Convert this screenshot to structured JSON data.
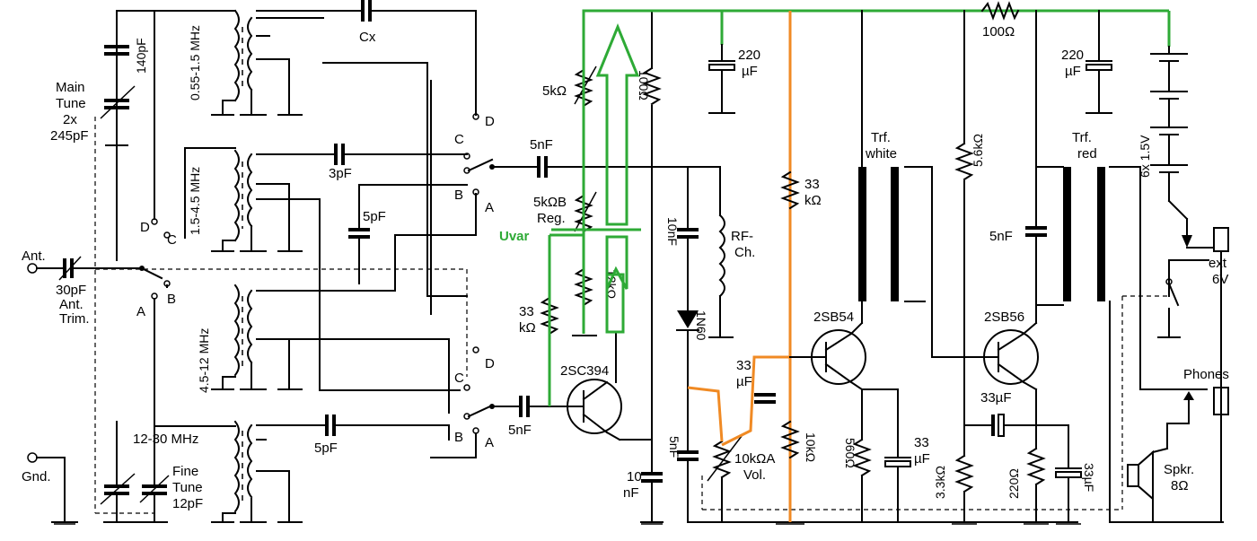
{
  "labels": {
    "ant": "Ant.",
    "ant_cap_1": "30pF",
    "ant_cap_2": "Ant.",
    "ant_cap_3": "Trim.",
    "gnd": "Gnd.",
    "main_tune_1": "Main",
    "main_tune_2": "Tune",
    "main_tune_3": "2x",
    "main_tune_4": "245pF",
    "cap_140": "140pF",
    "fine_tune_1": "Fine",
    "fine_tune_2": "Tune",
    "fine_tune_3": "12pF",
    "coil_1": "0.55-1.5 MHz",
    "coil_2": "1.5-4.5 MHz",
    "coil_3": "4.5-12 MHz",
    "coil_4": "12-30 MHz",
    "cx": "Cx",
    "cap_3pf": "3pF",
    "cap_5pf_a": "5pF",
    "cap_5pf_b": "5pF",
    "sw_A": "A",
    "sw_B": "B",
    "sw_C": "C",
    "sw_D": "D",
    "cap_5nf_a": "5nF",
    "cap_5nf_b": "5nF",
    "res_5k": "5kΩ",
    "res_5kb_1": "5kΩB",
    "res_5kb_2": "Reg.",
    "res_100": "100Ω",
    "res_12k": "12kΩ",
    "res_33k_a_1": "33",
    "res_33k_a_2": "kΩ",
    "uvar": "Uvar",
    "q1": "2SC394",
    "cap_10nf_a": "10nF",
    "cap_10nf_b_1": "10",
    "cap_10nf_b_2": "nF",
    "diode": "1N60",
    "rfch_1": "RF-",
    "rfch_2": "Ch.",
    "cap_5nf_c": "5nF",
    "vol_1": "10kΩA",
    "vol_2": "Vol.",
    "cap_33uf_a_1": "33",
    "cap_33uf_a_2": "µF",
    "cap_220uf_a_1": "220",
    "cap_220uf_a_2": "µF",
    "res_33k_b_1": "33",
    "res_33k_b_2": "kΩ",
    "res_10k": "10kΩ",
    "q2": "2SB54",
    "res_560": "560Ω",
    "cap_33uf_b_1": "33",
    "cap_33uf_b_2": "µF",
    "trf_white_1": "Trf.",
    "trf_white_2": "white",
    "res_100_b": "100Ω",
    "res_5k6": "5.6kΩ",
    "cap_220uf_b_1": "220",
    "cap_220uf_b_2": "µF",
    "battery": "6x 1.5V",
    "trf_red_1": "Trf.",
    "trf_red_2": "red",
    "cap_5nf_d": "5nF",
    "q3": "2SB56",
    "cap_33uf_c": "33µF",
    "res_3k3": "3.3kΩ",
    "res_220": "220Ω",
    "cap_33uf_d": "33µF",
    "ext_1": "ext",
    "ext_2": "6V",
    "phones": "Phones",
    "spkr_1": "Spkr.",
    "spkr_2": "8Ω"
  },
  "colors": {
    "highlight_green": "#2eaa36",
    "highlight_orange": "#f08a24",
    "wire": "#000000",
    "background": "#ffffff"
  }
}
